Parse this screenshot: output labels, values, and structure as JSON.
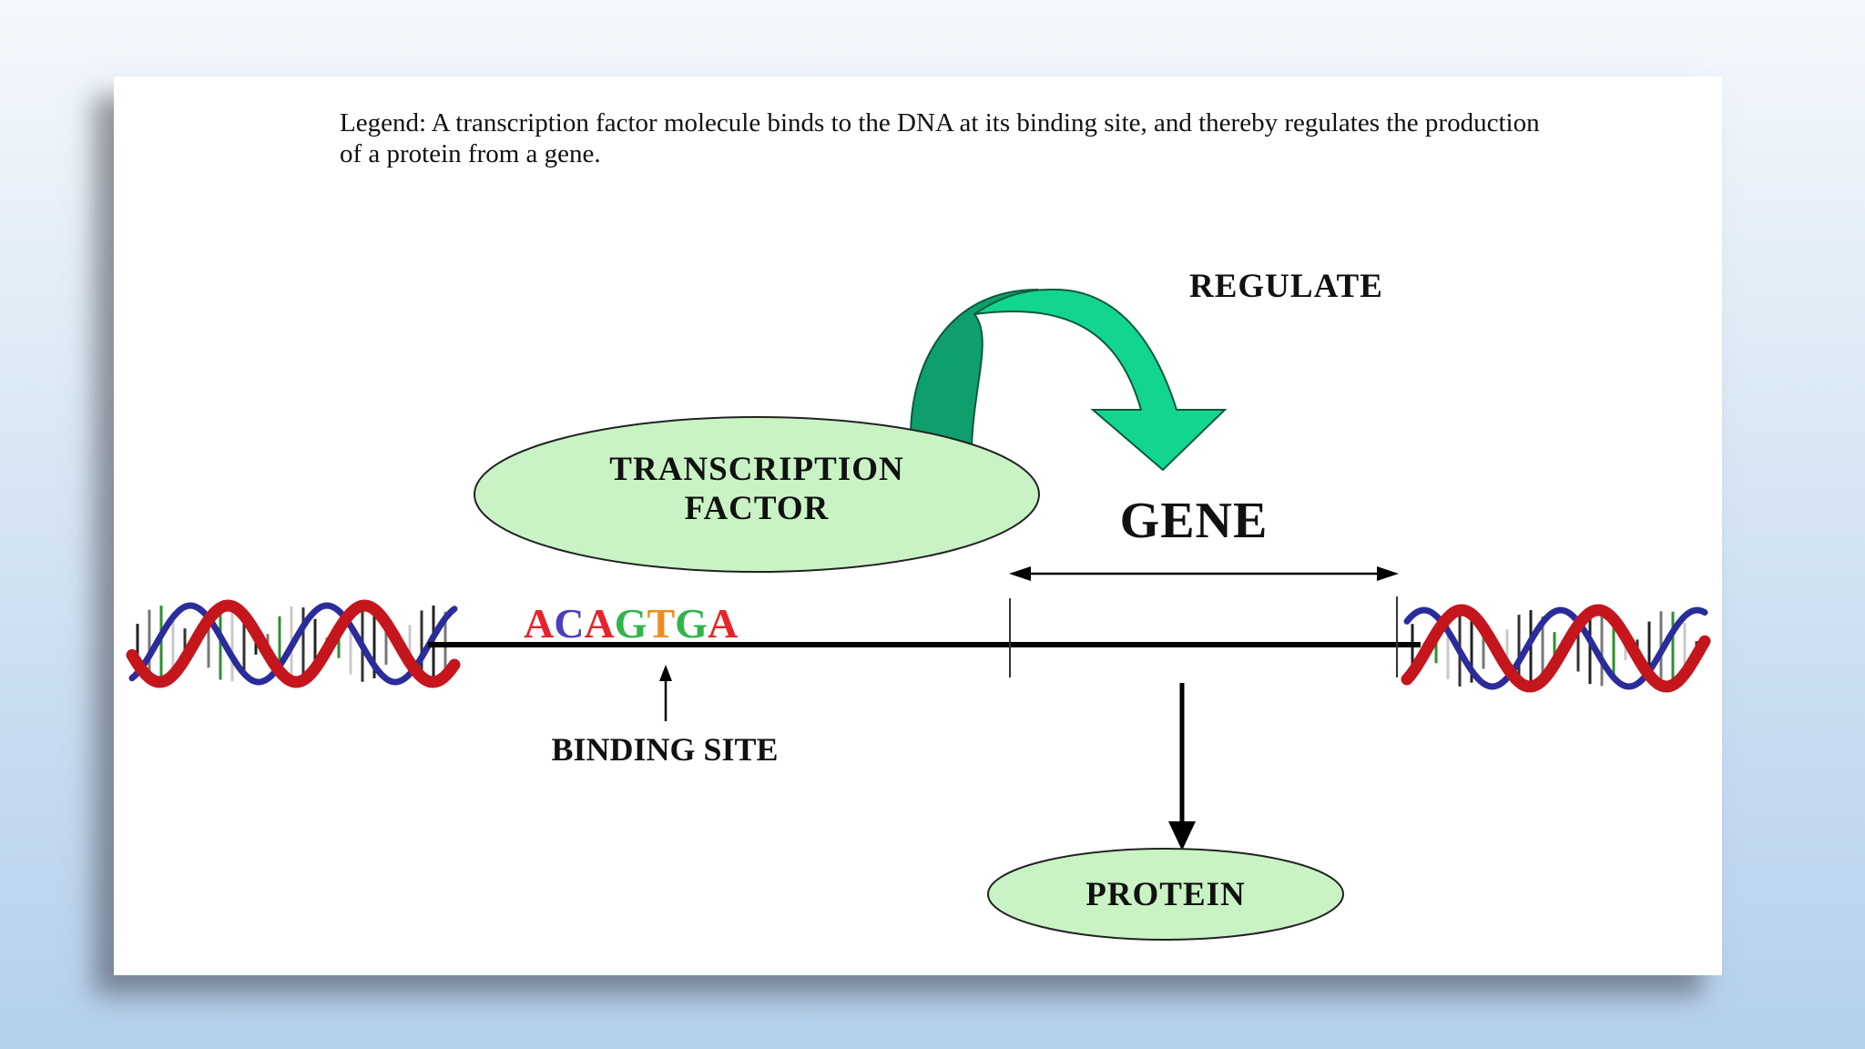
{
  "legend": "Legend: A transcription factor molecule binds to the DNA at its binding site, and thereby regulates the production of a protein from a gene.",
  "labels": {
    "regulate": "REGULATE",
    "transcription_factor_line1": "TRANSCRIPTION",
    "transcription_factor_line2": "FACTOR",
    "gene": "GENE",
    "binding_site": "BINDING SITE",
    "protein": "PROTEIN"
  },
  "sequence": {
    "letters": [
      "A",
      "C",
      "A",
      "G",
      "T",
      "G",
      "A"
    ],
    "colors": [
      "#e8232a",
      "#4a3fbf",
      "#e8232a",
      "#2fb54a",
      "#f08a1d",
      "#2fb54a",
      "#e8232a"
    ]
  },
  "colors": {
    "ellipse_fill": "#c9f3c5",
    "arrow_front": "#12d690",
    "arrow_back": "#0e9f6c",
    "helix_red": "#c4161c",
    "helix_blue": "#2b2c9b",
    "helix_green": "#2f8f2f"
  }
}
